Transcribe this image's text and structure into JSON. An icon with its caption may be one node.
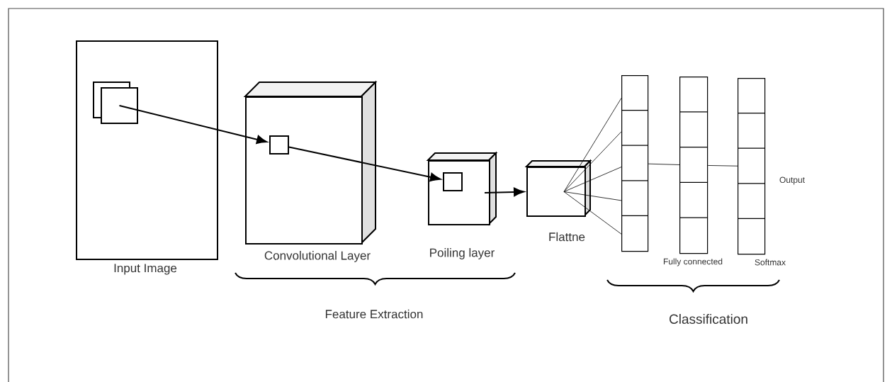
{
  "diagram": {
    "nodes": [
      {
        "text": [
          "Input Image"
        ]
      },
      {
        "text": [],
        "shape": "box",
        "in": 0
      },
      {
        "text": [
          "Convolutional Layer"
        ]
      },
      {
        "text": [],
        "shape": "box",
        "in": 2
      },
      {
        "text": [
          "Poiling layer"
        ]
      },
      {
        "text": [],
        "shape": "box",
        "in": 4
      },
      {
        "text": [
          "Flattne"
        ]
      },
      {
        "text": [],
        "shape": "bar"
      },
      {
        "text": [
          "Fully connected"
        ]
      },
      {
        "text": [
          "Softmax"
        ]
      }
    ],
    "edges": [
      {
        "from": 1,
        "to": 3,
        "arrow": "to"
      },
      {
        "from": 3,
        "to": 5,
        "arrow": "to"
      },
      {
        "from": 4,
        "to": 6,
        "arrow": "to"
      },
      {
        "from": 6,
        "to": 7,
        "arrow": "none"
      },
      {
        "from": 6,
        "to": 7,
        "arrow": "none"
      },
      {
        "from": 6,
        "to": 7,
        "arrow": "none"
      },
      {
        "from": 6,
        "to": 7,
        "arrow": "none"
      },
      {
        "from": 6,
        "to": 7,
        "arrow": "none"
      },
      {
        "from": 7,
        "to": 8,
        "arrow": "none"
      },
      {
        "from": 8,
        "to": 9,
        "arrow": "none"
      }
    ],
    "labels": [
      "Output",
      "Feature Extraction",
      "Classification"
    ]
  }
}
